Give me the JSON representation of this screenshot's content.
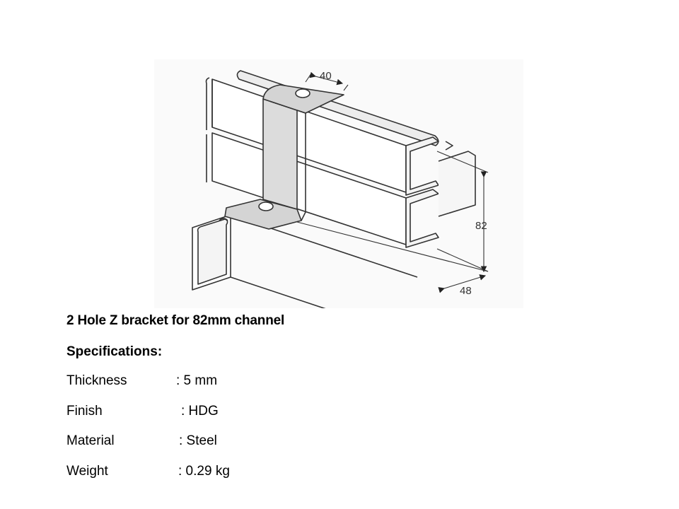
{
  "figure": {
    "dimensions": [
      "40",
      "82",
      "48"
    ]
  },
  "title": "2 Hole Z bracket for 82mm channel",
  "spec_heading": "Specifications:",
  "specs": [
    {
      "label": "Thickness",
      "value": ": 5 mm"
    },
    {
      "label": "Finish",
      "value": ": HDG"
    },
    {
      "label": "Material",
      "value": ": Steel"
    },
    {
      "label": "Weight",
      "value": ": 0.29 kg"
    }
  ]
}
